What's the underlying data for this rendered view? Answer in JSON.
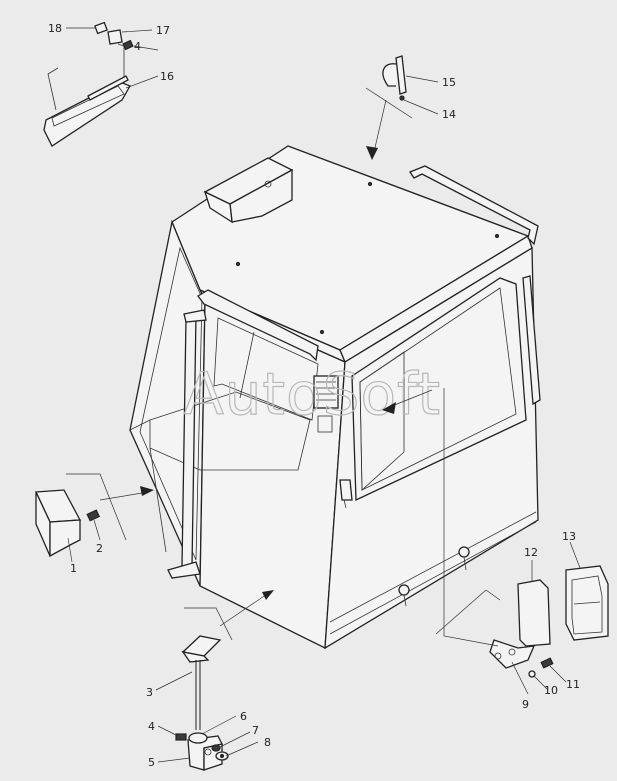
{
  "watermark": "AutoSoft",
  "callouts": [
    {
      "id": "c1",
      "text": "1"
    },
    {
      "id": "c2",
      "text": "2"
    },
    {
      "id": "c3",
      "text": "3"
    },
    {
      "id": "c4a",
      "text": "4"
    },
    {
      "id": "c4b",
      "text": "4"
    },
    {
      "id": "c5",
      "text": "5"
    },
    {
      "id": "c6",
      "text": "6"
    },
    {
      "id": "c7",
      "text": "7"
    },
    {
      "id": "c8",
      "text": "8"
    },
    {
      "id": "c9",
      "text": "9"
    },
    {
      "id": "c10",
      "text": "10"
    },
    {
      "id": "c11",
      "text": "11"
    },
    {
      "id": "c12",
      "text": "12"
    },
    {
      "id": "c13",
      "text": "13"
    },
    {
      "id": "c14",
      "text": "14"
    },
    {
      "id": "c15",
      "text": "15"
    },
    {
      "id": "c16",
      "text": "16"
    },
    {
      "id": "c17",
      "text": "17"
    },
    {
      "id": "c18",
      "text": "18"
    }
  ]
}
